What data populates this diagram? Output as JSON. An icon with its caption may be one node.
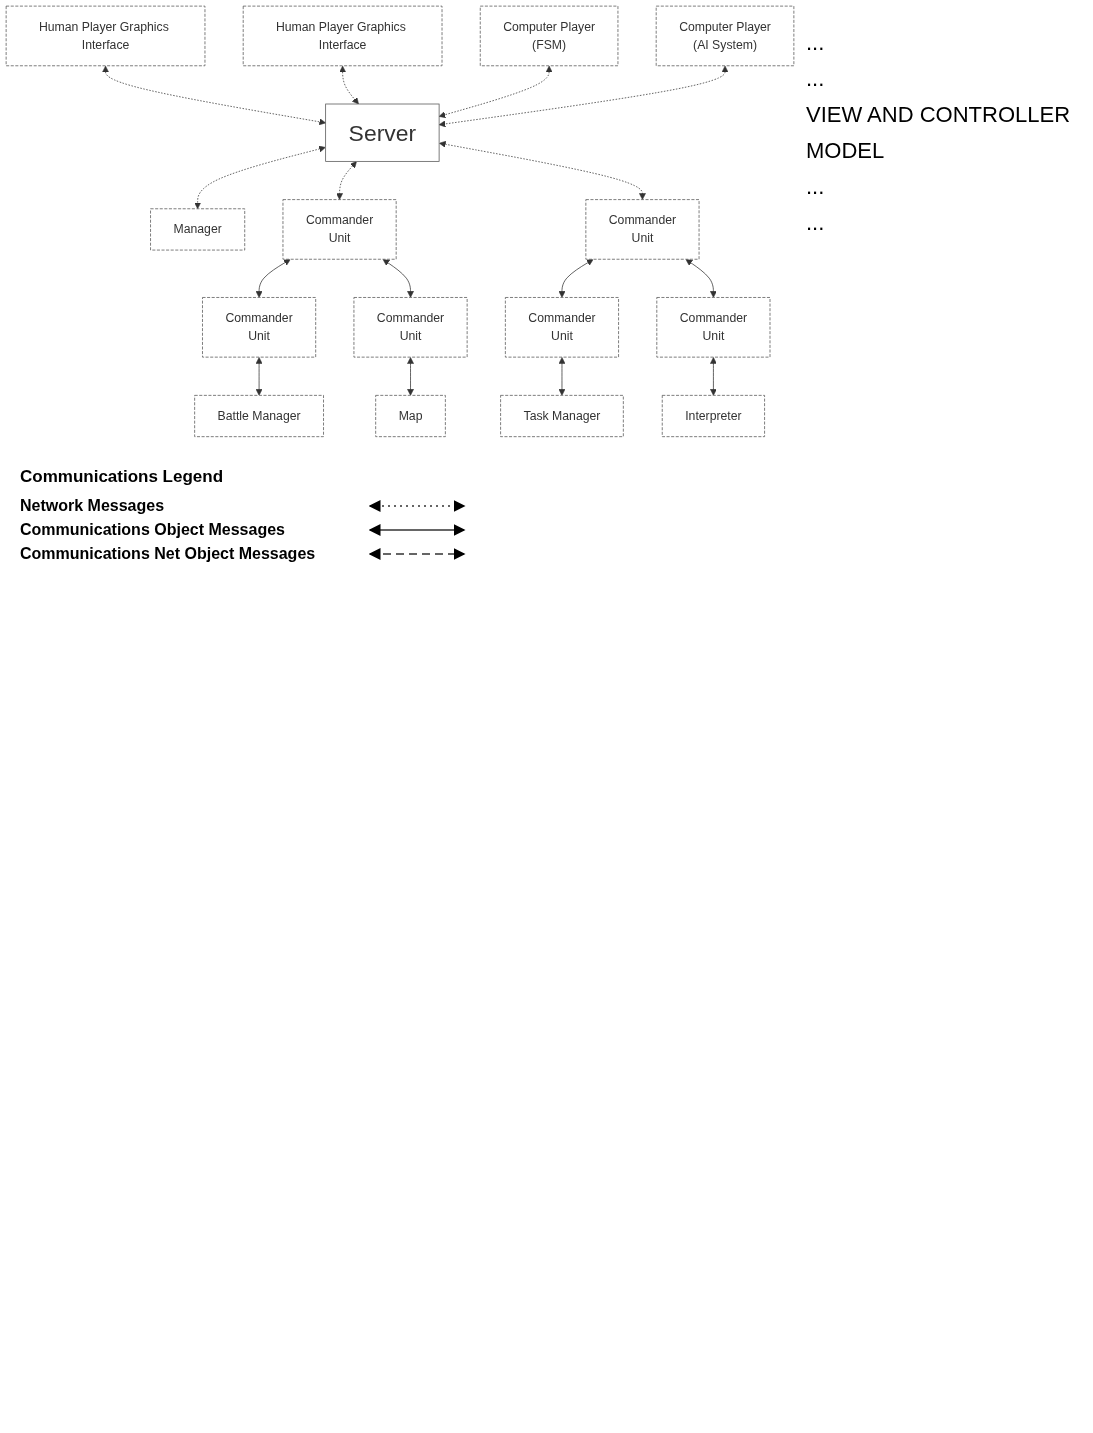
{
  "diagram": {
    "nodes": [
      {
        "text": [
          "Human Player Graphics Interface"
        ]
      },
      {
        "text": [
          "Human Player Graphics Interface"
        ]
      },
      {
        "text": [
          "Computer Player",
          "(FSM)"
        ]
      },
      {
        "text": [
          "Computer Player",
          "(AI System)"
        ]
      },
      {
        "text": [
          "Server"
        ]
      },
      {
        "text": [
          "Manager"
        ]
      },
      {
        "text": [
          "Commander",
          "Unit"
        ]
      },
      {
        "text": [
          "Commander",
          "Unit"
        ]
      },
      {
        "text": [
          "Commander",
          "Unit"
        ]
      },
      {
        "text": [
          "Commander",
          "Unit"
        ]
      },
      {
        "text": [
          "Commander",
          "Unit"
        ]
      },
      {
        "text": [
          "Commander",
          "Unit"
        ]
      },
      {
        "text": [
          "Battle Manager"
        ]
      },
      {
        "text": [
          "Map"
        ]
      },
      {
        "text": [
          "Task Manager"
        ]
      },
      {
        "text": [
          "Interpreter"
        ]
      }
    ],
    "edges": [
      {
        "from": 0,
        "to": 4,
        "arrow": "both",
        "style": "dashed"
      },
      {
        "from": 1,
        "to": 4,
        "arrow": "both",
        "style": "dashed"
      },
      {
        "from": 2,
        "to": 4,
        "arrow": "both",
        "style": "dashed"
      },
      {
        "from": 3,
        "to": 4,
        "arrow": "both",
        "style": "dashed"
      },
      {
        "from": 4,
        "to": 5,
        "arrow": "both",
        "style": "dashed"
      },
      {
        "from": 4,
        "to": 6,
        "arrow": "both",
        "style": "dashed"
      },
      {
        "from": 4,
        "to": 7,
        "arrow": "both",
        "style": "dashed"
      },
      {
        "from": 6,
        "to": 8,
        "arrow": "both"
      },
      {
        "from": 6,
        "to": 9,
        "arrow": "both"
      },
      {
        "from": 7,
        "to": 10,
        "arrow": "both"
      },
      {
        "from": 7,
        "to": 11,
        "arrow": "both"
      },
      {
        "from": 8,
        "to": 12,
        "arrow": "both"
      },
      {
        "from": 9,
        "to": 13,
        "arrow": "both"
      },
      {
        "from": 10,
        "to": 14,
        "arrow": "both"
      },
      {
        "from": 11,
        "to": 15,
        "arrow": "both"
      }
    ],
    "labels": [
      "...",
      "...",
      "VIEW AND CONTROLLER",
      "MODEL",
      "...",
      "...",
      "Communications Legend"
    ],
    "legend": [
      {
        "text": "Network Messages"
      },
      {
        "text": "Communications Object Messages"
      },
      {
        "text": "Communications Net Object Messages"
      }
    ]
  }
}
